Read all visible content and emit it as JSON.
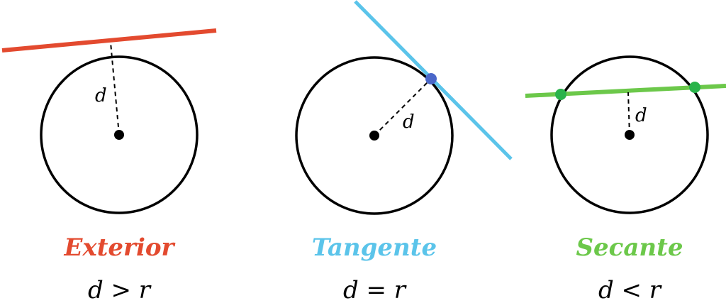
{
  "colors": {
    "exterior": "#e34a2f",
    "tangente": "#5bc4ea",
    "secante": "#6cc84a",
    "tangent_point": "#4a67c9",
    "secant_points": "#29b34a",
    "stroke": "#000000"
  },
  "panels": [
    {
      "id": "exterior",
      "title": "Exterior",
      "distance_label": "d",
      "relation": "d > r"
    },
    {
      "id": "tangente",
      "title": "Tangente",
      "distance_label": "d",
      "relation": "d = r"
    },
    {
      "id": "secante",
      "title": "Secante",
      "distance_label": "d",
      "relation": "d < r"
    }
  ]
}
